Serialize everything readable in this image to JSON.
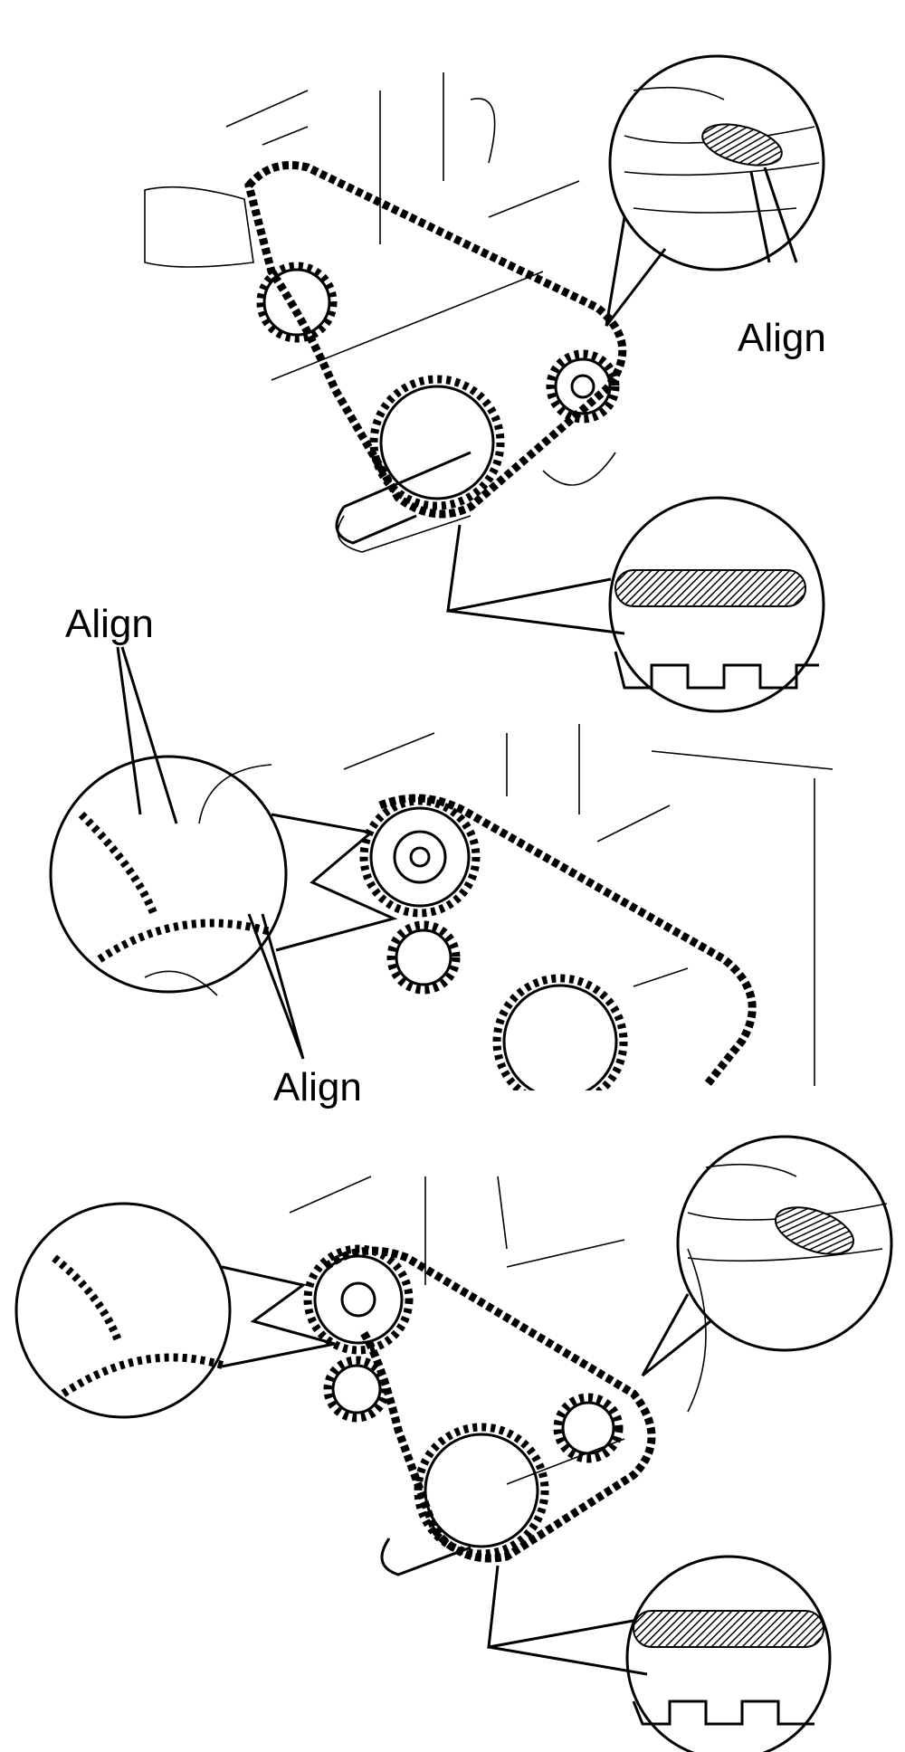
{
  "labels": {
    "top_align": "Align",
    "middle_upper_align": "Align",
    "middle_lower_align": "Align"
  }
}
